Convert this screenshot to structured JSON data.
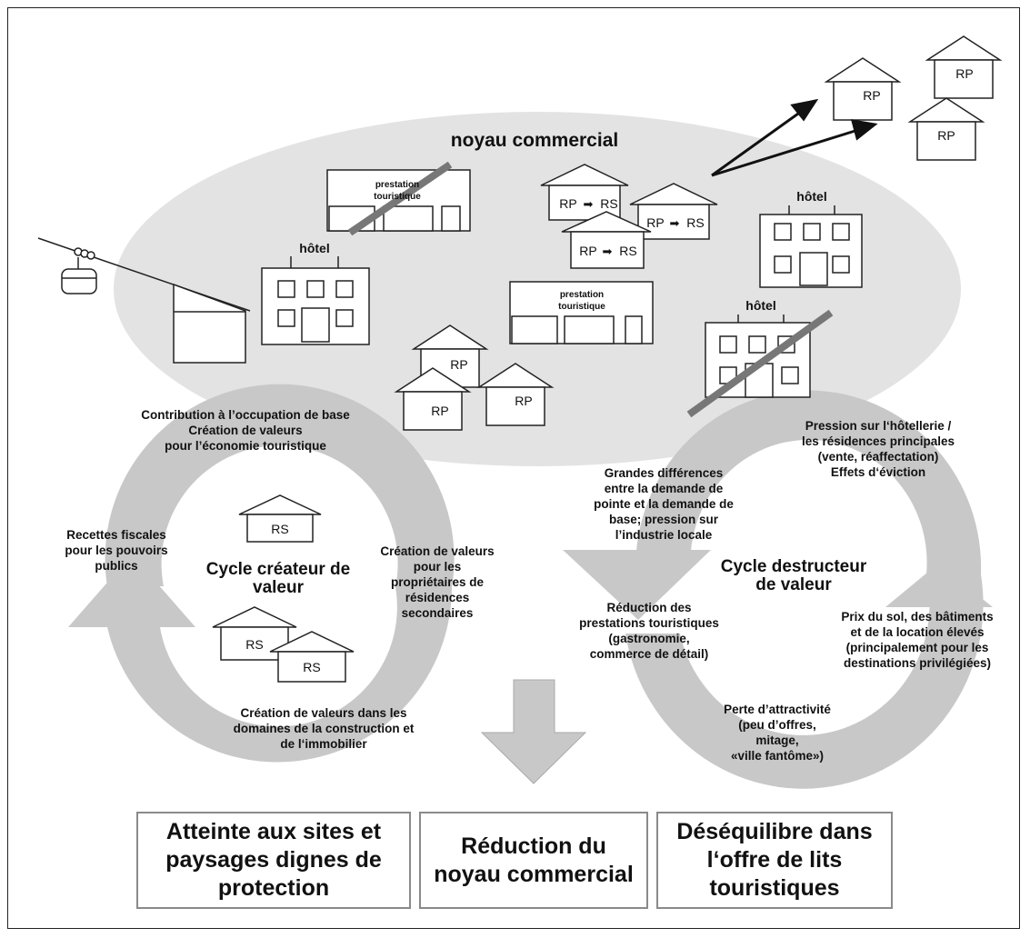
{
  "core": {
    "title": "noyau commercial"
  },
  "buildings": {
    "hotel": "hôtel",
    "prestation_line1": "prestation",
    "prestation_line2": "touristique",
    "rp": "RP",
    "rs": "RS",
    "conversion_from": "RP",
    "conversion_to": "RS"
  },
  "left_cycle": {
    "title": "Cycle créateur de valeur",
    "top_label": "Contribution à l’occupation de base\nCréation de valeurs\npour l’économie touristique",
    "left_label": "Recettes fiscales\npour les pouvoirs\npublics",
    "right_label": "Création de valeurs\npour les\npropriétaires de\nrésidences\nsecondaires",
    "bottom_label": "Création de valeurs dans les\ndomaines de la construction et\nde l‘immobilier"
  },
  "right_cycle": {
    "title": "Cycle destructeur\nde valeur",
    "top_right_label": "Pression sur l‘hôtellerie /\nles résidences principales\n(vente, réaffectation)\nEffets d‘éviction",
    "top_left_label": "Grandes différences\nentre la demande de\npointe et la demande de\nbase; pression sur\nl’industrie locale",
    "left_label": "Réduction des\nprestations touristiques\n(gastronomie,\ncommerce de détail)",
    "right_label": "Prix du sol, des bâtiments\net de la location élevés\n(principalement pour les\ndestinations privilégiées)",
    "bottom_label": "Perte d’attractivité\n(peu d’offres,\nmitage,\n«ville fantôme»)"
  },
  "outcomes": [
    "Atteinte aux sites et paysages dignes de protection",
    "Réduction du noyau commercial",
    "Déséquilibre dans l‘offre de lits touristiques"
  ],
  "colors": {
    "ellipse": "#e3e3e3",
    "arrow": "#c8c8c8",
    "cross": "#777777",
    "box_border": "#8a8a8a"
  }
}
